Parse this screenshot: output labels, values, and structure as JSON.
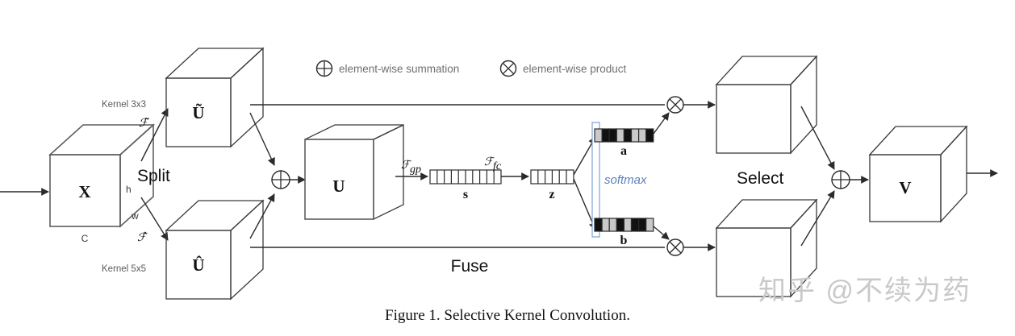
{
  "figure": {
    "caption": "Figure 1. Selective Kernel Convolution.",
    "watermark": "知乎 @不续为药"
  },
  "legend": {
    "items": [
      {
        "icon": "circled-plus-icon",
        "label": "element-wise summation"
      },
      {
        "icon": "circled-times-icon",
        "label": "element-wise product"
      }
    ]
  },
  "stages": {
    "split": "Split",
    "fuse": "Fuse",
    "select": "Select"
  },
  "tensors": {
    "input": {
      "name": "X",
      "dim_height": "h",
      "dim_width": "w",
      "dim_channels": "C",
      "color": "#ffffff"
    },
    "branch_a": {
      "name": "Ũ",
      "kernel": "Kernel 3x3",
      "transform": "ℱ̃",
      "color": "#ffd100"
    },
    "branch_b": {
      "name": "Û",
      "kernel": "Kernel 5x5",
      "transform": "ℱ̂",
      "color": "#92e05a"
    },
    "fused": {
      "name": "U",
      "color": "#ffffff"
    },
    "selected_a": {
      "name": "",
      "color": "#ffd100"
    },
    "selected_b": {
      "name": "",
      "color": "#92e05a"
    },
    "output": {
      "name": "V",
      "colors": [
        "#92e05a",
        "#ffd100"
      ]
    }
  },
  "operations": {
    "global_pooling": "ℱ",
    "global_pooling_sub": "gp",
    "fully_connected": "ℱ",
    "fully_connected_sub": "fc",
    "softmax": "softmax"
  },
  "vectors": {
    "s": {
      "label": "s",
      "cells": 10,
      "fill": "#ffffff"
    },
    "z": {
      "label": "z",
      "cells": 6,
      "fill": "#ffffff"
    },
    "a": {
      "label": "a",
      "pattern": [
        "#c9c9c9",
        "#111111",
        "#111111",
        "#c9c9c9",
        "#111111",
        "#c9c9c9",
        "#c9c9c9",
        "#111111"
      ]
    },
    "b": {
      "label": "b",
      "pattern": [
        "#111111",
        "#c9c9c9",
        "#c9c9c9",
        "#111111",
        "#c9c9c9",
        "#111111",
        "#111111",
        "#c9c9c9"
      ]
    }
  },
  "colors": {
    "yellow": "#ffd100",
    "green": "#92e05a",
    "softmax_blue": "#5b7fbe",
    "stroke": "#2b2b2b",
    "legend_gray": "#6f6f6f"
  }
}
